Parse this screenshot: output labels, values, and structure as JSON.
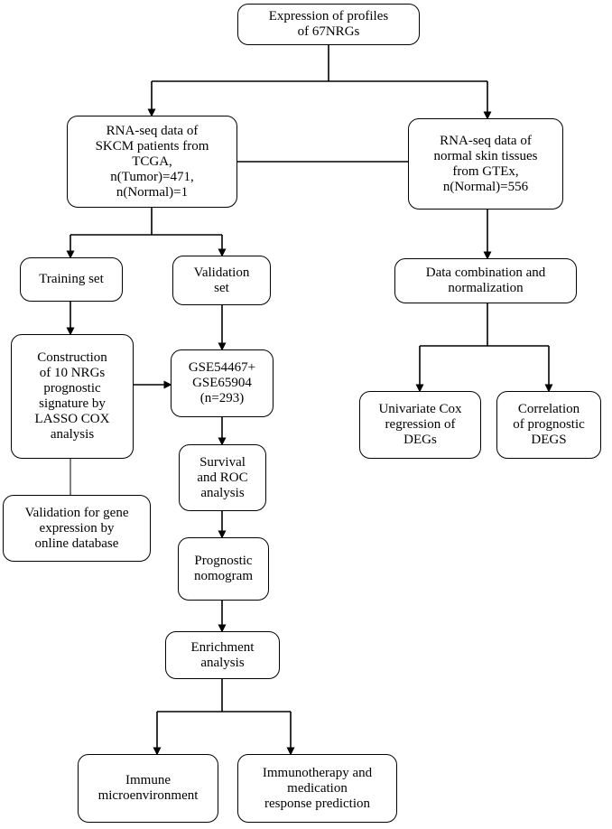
{
  "nodes": {
    "expression_profiles": [
      "Expression of profiles",
      "of 67NRGs"
    ],
    "tcga_data": [
      "RNA-seq data of",
      "SKCM patients from",
      "TCGA,",
      "n(Tumor)=471,",
      "n(Normal)=1"
    ],
    "gtex_data": [
      "RNA-seq data of",
      "normal skin tissues",
      "from GTEx,",
      "n(Normal)=556"
    ],
    "training_set": [
      "Training set"
    ],
    "validation_set": [
      "Validation",
      "set"
    ],
    "data_combination": [
      "Data combination and",
      "normalization"
    ],
    "construction": [
      "Construction",
      "of 10 NRGs",
      "prognostic",
      "signature by",
      "LASSO COX",
      "analysis"
    ],
    "geo_datasets": [
      "GSE54467+",
      "GSE65904",
      "(n=293)"
    ],
    "univariate_cox": [
      "Univariate Cox",
      "regression of",
      "DEGs"
    ],
    "correlation": [
      "Correlation",
      "of prognostic",
      "DEGS"
    ],
    "survival_roc": [
      "Survival",
      "and ROC",
      "analysis"
    ],
    "validation_expression": [
      "Validation for gene",
      "expression by",
      "online database"
    ],
    "nomogram": [
      "Prognostic",
      "nomogram"
    ],
    "enrichment": [
      "Enrichment",
      "analysis"
    ],
    "immune_micro": [
      "Immune",
      "microenvironment"
    ],
    "immunotherapy": [
      "Immunotherapy and",
      "medication",
      "response prediction"
    ]
  }
}
